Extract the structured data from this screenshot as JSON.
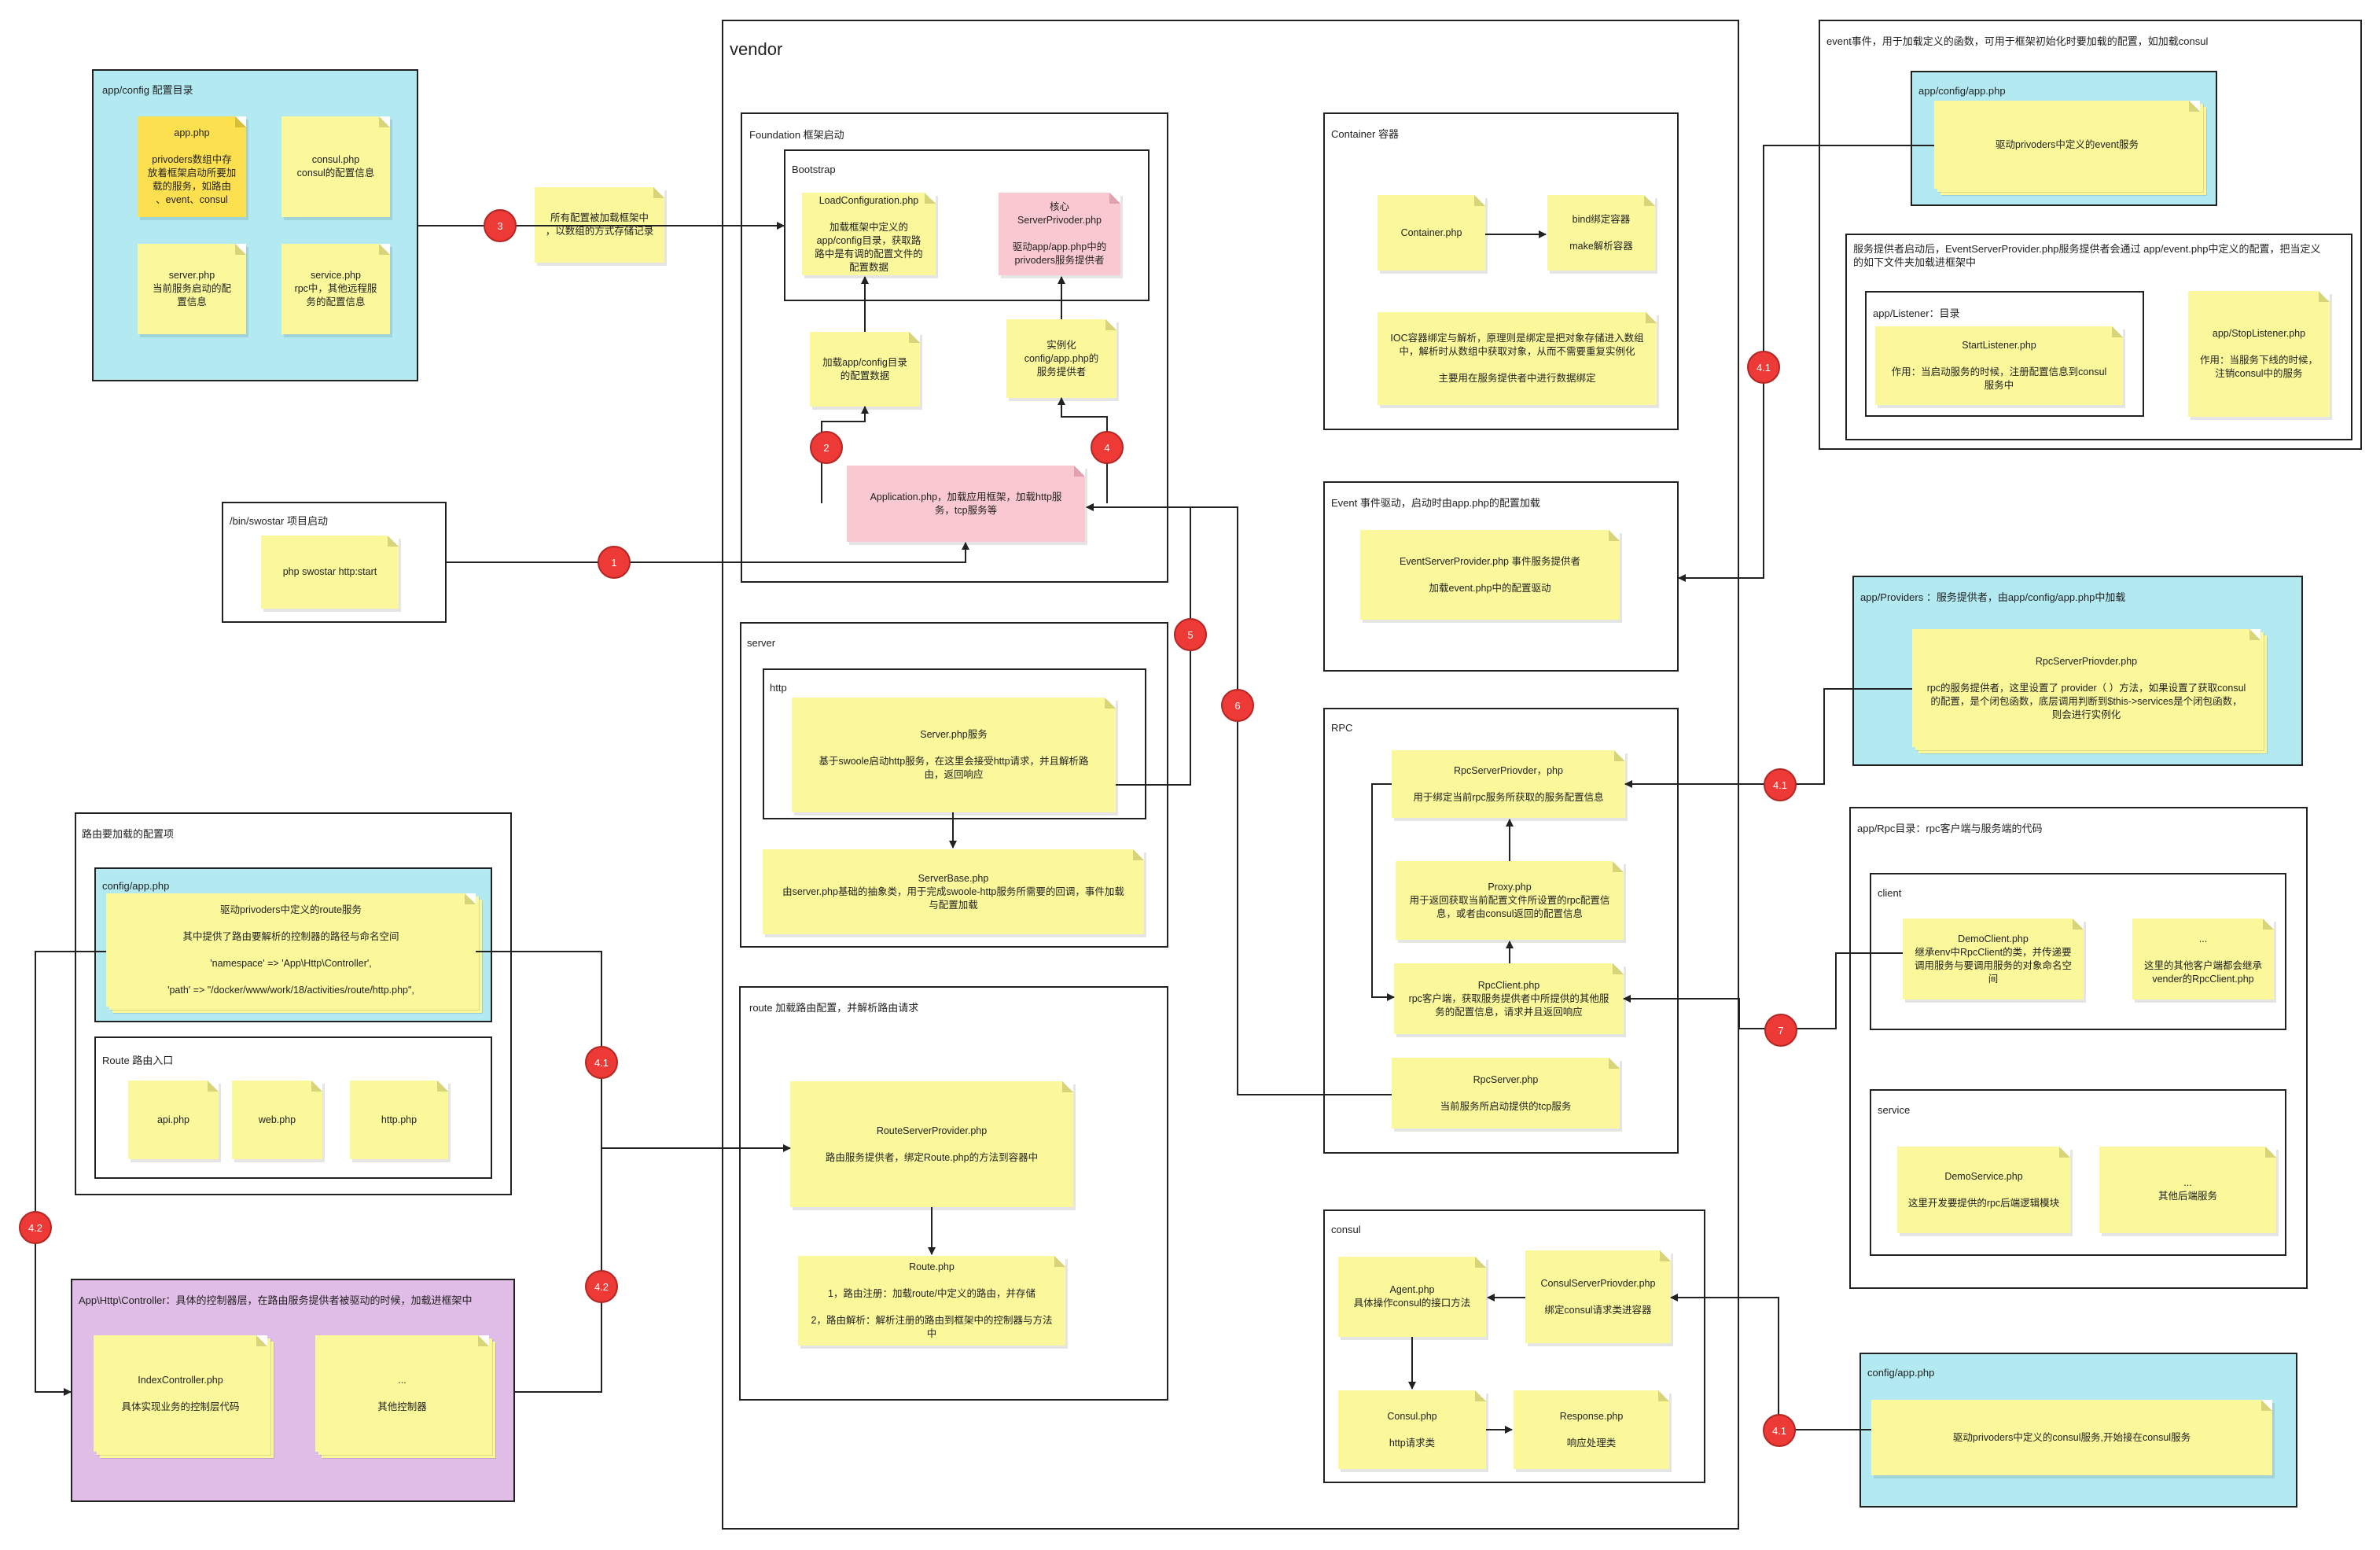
{
  "vendor": {
    "title": "vendor"
  },
  "app_config": {
    "title": "app/config 配置目录",
    "app_php": "app.php\n\nprivoders数组中存\n放着框架启动所要加\n载的服务，如路由\n、event、consul",
    "consul_php": "consul.php\nconsul的配置信息",
    "server_php": "server.php\n当前服务启动的配\n置信息",
    "service_php": "service.php\nrpc中，其他远程服\n务的配置信息"
  },
  "note_config_record": "所有配置被加载框架中\n，以数组的方式存储记录",
  "foundation": {
    "title": "Foundation 框架启动",
    "bootstrap_title": "Bootstrap",
    "load_config": "LoadConfiguration.php\n\n加载框架中定义的\napp/config目录，获取路\n路中是有调的配置文件的\n配置数据",
    "server_provider": "核心\nServerPrivoder.php\n\n驱动app/app.php中的\nprivoders服务提供者",
    "load_app_config": "加载app/config目录\n的配置数据",
    "instantiate": "实例化\nconfig/app.php的\n服务提供者",
    "application": "Application.php，加载应用框架，加载http服\n务，tcp服务等"
  },
  "bin": {
    "title": "/bin/swostar 项目启动",
    "cmd": "php swostar  http:start"
  },
  "server": {
    "title": "server",
    "http_title": "http",
    "server_php": "Server.php服务\n\n基于swoole启动http服务，在这里会接受http请求，并且解析路\n由，返回响应",
    "server_base": "ServerBase.php\n由server.php基础的抽象类，用于完成swoole-http服务所需要的回调，事件加载\n与配置加载"
  },
  "route_cfg": {
    "title": "路由要加载的配置项",
    "cfg_title": "config/app.php",
    "cfg_note": "驱动privoders中定义的route服务\n\n其中提供了路由要解析的控制器的路径与命名空间\n\n'namespace' => 'App\\Http\\Controller',\n\n'path' => \"/docker/www/work/18/activities/route/http.php\",",
    "entry_title": "Route 路由入口",
    "api": "api.php",
    "web": "web.php",
    "http": "http.php"
  },
  "controller": {
    "title": "App\\Http\\Controller：具体的控制器层，在路由服务提供者被驱动的时候，加载进框架中",
    "index": "IndexController.php\n\n具体实现业务的控制层代码",
    "other": "...\n\n其他控制器"
  },
  "route": {
    "title": "route 加载路由配置，并解析路由请求",
    "provider": "RouteServerProvider.php\n\n路由服务提供者，绑定Route.php的方法到容器中",
    "route_php": "Route.php\n\n1，路由注册：加载route/中定义的路由，并存储\n\n2，路由解析：解析注册的路由到框架中的控制器与方法\n中"
  },
  "container": {
    "title": "Container  容器",
    "container_php": "Container.php",
    "bind": "bind绑定容器\n\nmake解析容器",
    "ioc": "IOC容器绑定与解析，原理则是绑定是把对象存储进入数组\n中，解析时从数组中获取对象，从而不需要重复实例化\n\n主要用在服务提供者中进行数据绑定"
  },
  "event": {
    "title": "Event 事件驱动，启动时由app.php的配置加载",
    "provider": "EventServerProvider.php 事件服务提供者\n\n加载event.php中的配置驱动"
  },
  "rpc": {
    "title": "RPC",
    "provider": "RpcServerPriovder，php\n\n用于绑定当前rpc服务所获取的服务配置信息",
    "proxy": "Proxy.php\n用于返回获取当前配置文件所设置的rpc配置信\n息，或者由consul返回的配置信息",
    "client": "RpcClient.php\nrpc客户端，获取服务提供者中所提供的其他服\n务的配置信息，请求并且返回响应",
    "server": "RpcServer.php\n\n当前服务所启动提供的tcp服务"
  },
  "consul": {
    "title": "consul",
    "agent": "Agent.php\n具体操作consul的接口方法",
    "provider": "ConsulServerPriovder.php\n\n绑定consul请求类进容器",
    "consul_php": "Consul.php\n\nhttp请求类",
    "response": "Response.php\n\n响应处理类"
  },
  "event_right": {
    "title": "event事件，用于加载定义的函数，可用于框架初始化时要加载的配置，如加载consul",
    "cfg_title": "app/config/app.php",
    "cfg_note": "驱动privoders中定义的event服务",
    "desc": "服务提供者启动后，EventServerProvider.php服务提供者会通过 app/event.php中定义的配置，把当定义\n的如下文件夹加载进框架中",
    "listener_title": "app/Listener：目录",
    "start": "StartListener.php\n\n作用：当启动服务的时候，注册配置信息到consul\n服务中",
    "stop": "app/StopListener.php\n\n作用：当服务下线的时候，\n注销consul中的服务"
  },
  "providers": {
    "title": "app/Providers ：服务提供者，由app/config/app.php中加载",
    "note": "RpcServerPriovder.php\n\nrpc的服务提供者，这里设置了 provider（ ）方法，如果设置了获取consul\n的配置，是个闭包函数，底层调用判断到$this->services是个闭包函数，\n则会进行实例化"
  },
  "app_rpc": {
    "title": "app/Rpc目录：rpc客户端与服务端的代码",
    "client_title": "client",
    "demo_client": "DemoClient.php\n继承env中RpcClient的类，并传递要\n调用服务与要调用服务的对象命名空\n间",
    "other_client": "...\n\n这里的其他客户端都会继承\nvender的RpcClient.php",
    "service_title": "service",
    "demo_service": "DemoService.php\n\n这里开发要提供的rpc后端逻辑模块",
    "other_service": "...\n其他后端服务"
  },
  "config_consul": {
    "title": "config/app.php",
    "note": "驱动privoders中定义的consul服务,开始接在consul服务"
  },
  "steps": {
    "s1": "1",
    "s2": "2",
    "s3": "3",
    "s4": "4",
    "s5": "5",
    "s6": "6",
    "s7": "7",
    "s41a": "4.1",
    "s41b": "4.1",
    "s41c": "4.1",
    "s41d": "4.1",
    "s42a": "4.2",
    "s42b": "4.2"
  }
}
